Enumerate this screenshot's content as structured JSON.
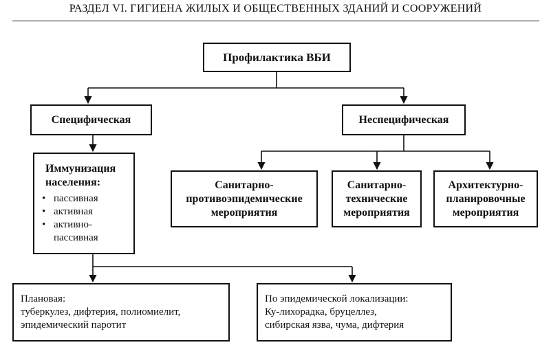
{
  "header": {
    "title": "РАЗДЕЛ VI. ГИГИЕНА ЖИЛЫХ И ОБЩЕСТВЕННЫХ ЗДАНИЙ И СООРУЖЕНИЙ"
  },
  "diagram": {
    "root": "Профилактика ВБИ",
    "specific": "Специфическая",
    "nonspecific": "Неспецифическая",
    "immunization": {
      "title_line1": "Иммунизация",
      "title_line2": "населения:",
      "items": [
        "пассивная",
        "активная",
        "активно-",
        "пассивная"
      ]
    },
    "measures": [
      [
        "Санитарно-",
        "противоэпидемические",
        "мероприятия"
      ],
      [
        "Санитарно-",
        "технические",
        "мероприятия"
      ],
      [
        "Архитектурно-",
        "планировочные",
        "мероприятия"
      ]
    ],
    "planned": [
      "Плановая:",
      "туберкулез, дифтерия, полиомиелит,",
      "эпидемический паротит"
    ],
    "epidemic": [
      "По эпидемической локализации:",
      "Ку-лихорадка, бруцеллез,",
      "сибирская язва, чума, дифтерия"
    ]
  }
}
